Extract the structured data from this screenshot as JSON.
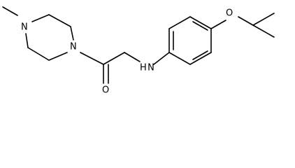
{
  "molecule": {
    "atoms": {
      "piperazine_n_top": "N",
      "piperazine_n_amide": "N",
      "carbonyl_o": "O",
      "amine_nh": "H N",
      "ether_o": "O"
    }
  },
  "colors": {
    "bond": "#000000",
    "label": "#000000",
    "background": "#ffffff"
  }
}
